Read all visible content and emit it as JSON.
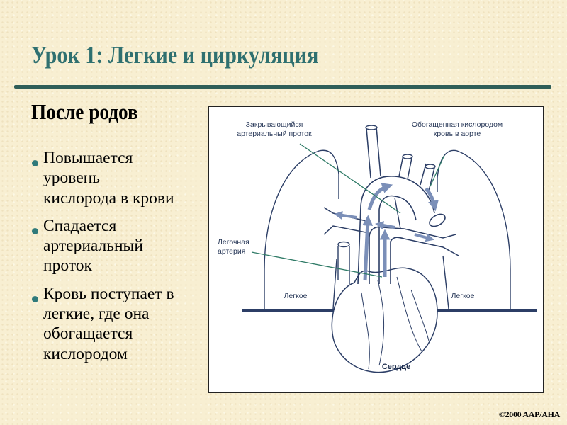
{
  "slide": {
    "title": "Урок 1: Легкие и циркуляция",
    "subtitle": "После родов",
    "bullets": [
      "Повышается\nуровень\nкислорода в крови",
      "Спадается\nартериальный\nпроток",
      "Кровь поступает в\nлегкие, где она\nобогащается\nкислородом"
    ],
    "copyright": "©2000 AAP/AHA"
  },
  "diagram": {
    "labels": {
      "duct_line1": "Закрывающийся",
      "duct_line2": "артериальный проток",
      "aorta_line1": "Обогащенная кислородом",
      "aorta_line2": "кровь в аорте",
      "pa_line1": "Легочная",
      "pa_line2": "артерия",
      "lung_left": "Легкое",
      "lung_right": "Легкое",
      "heart": "Сердце"
    },
    "colors": {
      "outline": "#2c3e66",
      "arrow": "#7b8fb8",
      "leader": "#2e7a66"
    }
  }
}
